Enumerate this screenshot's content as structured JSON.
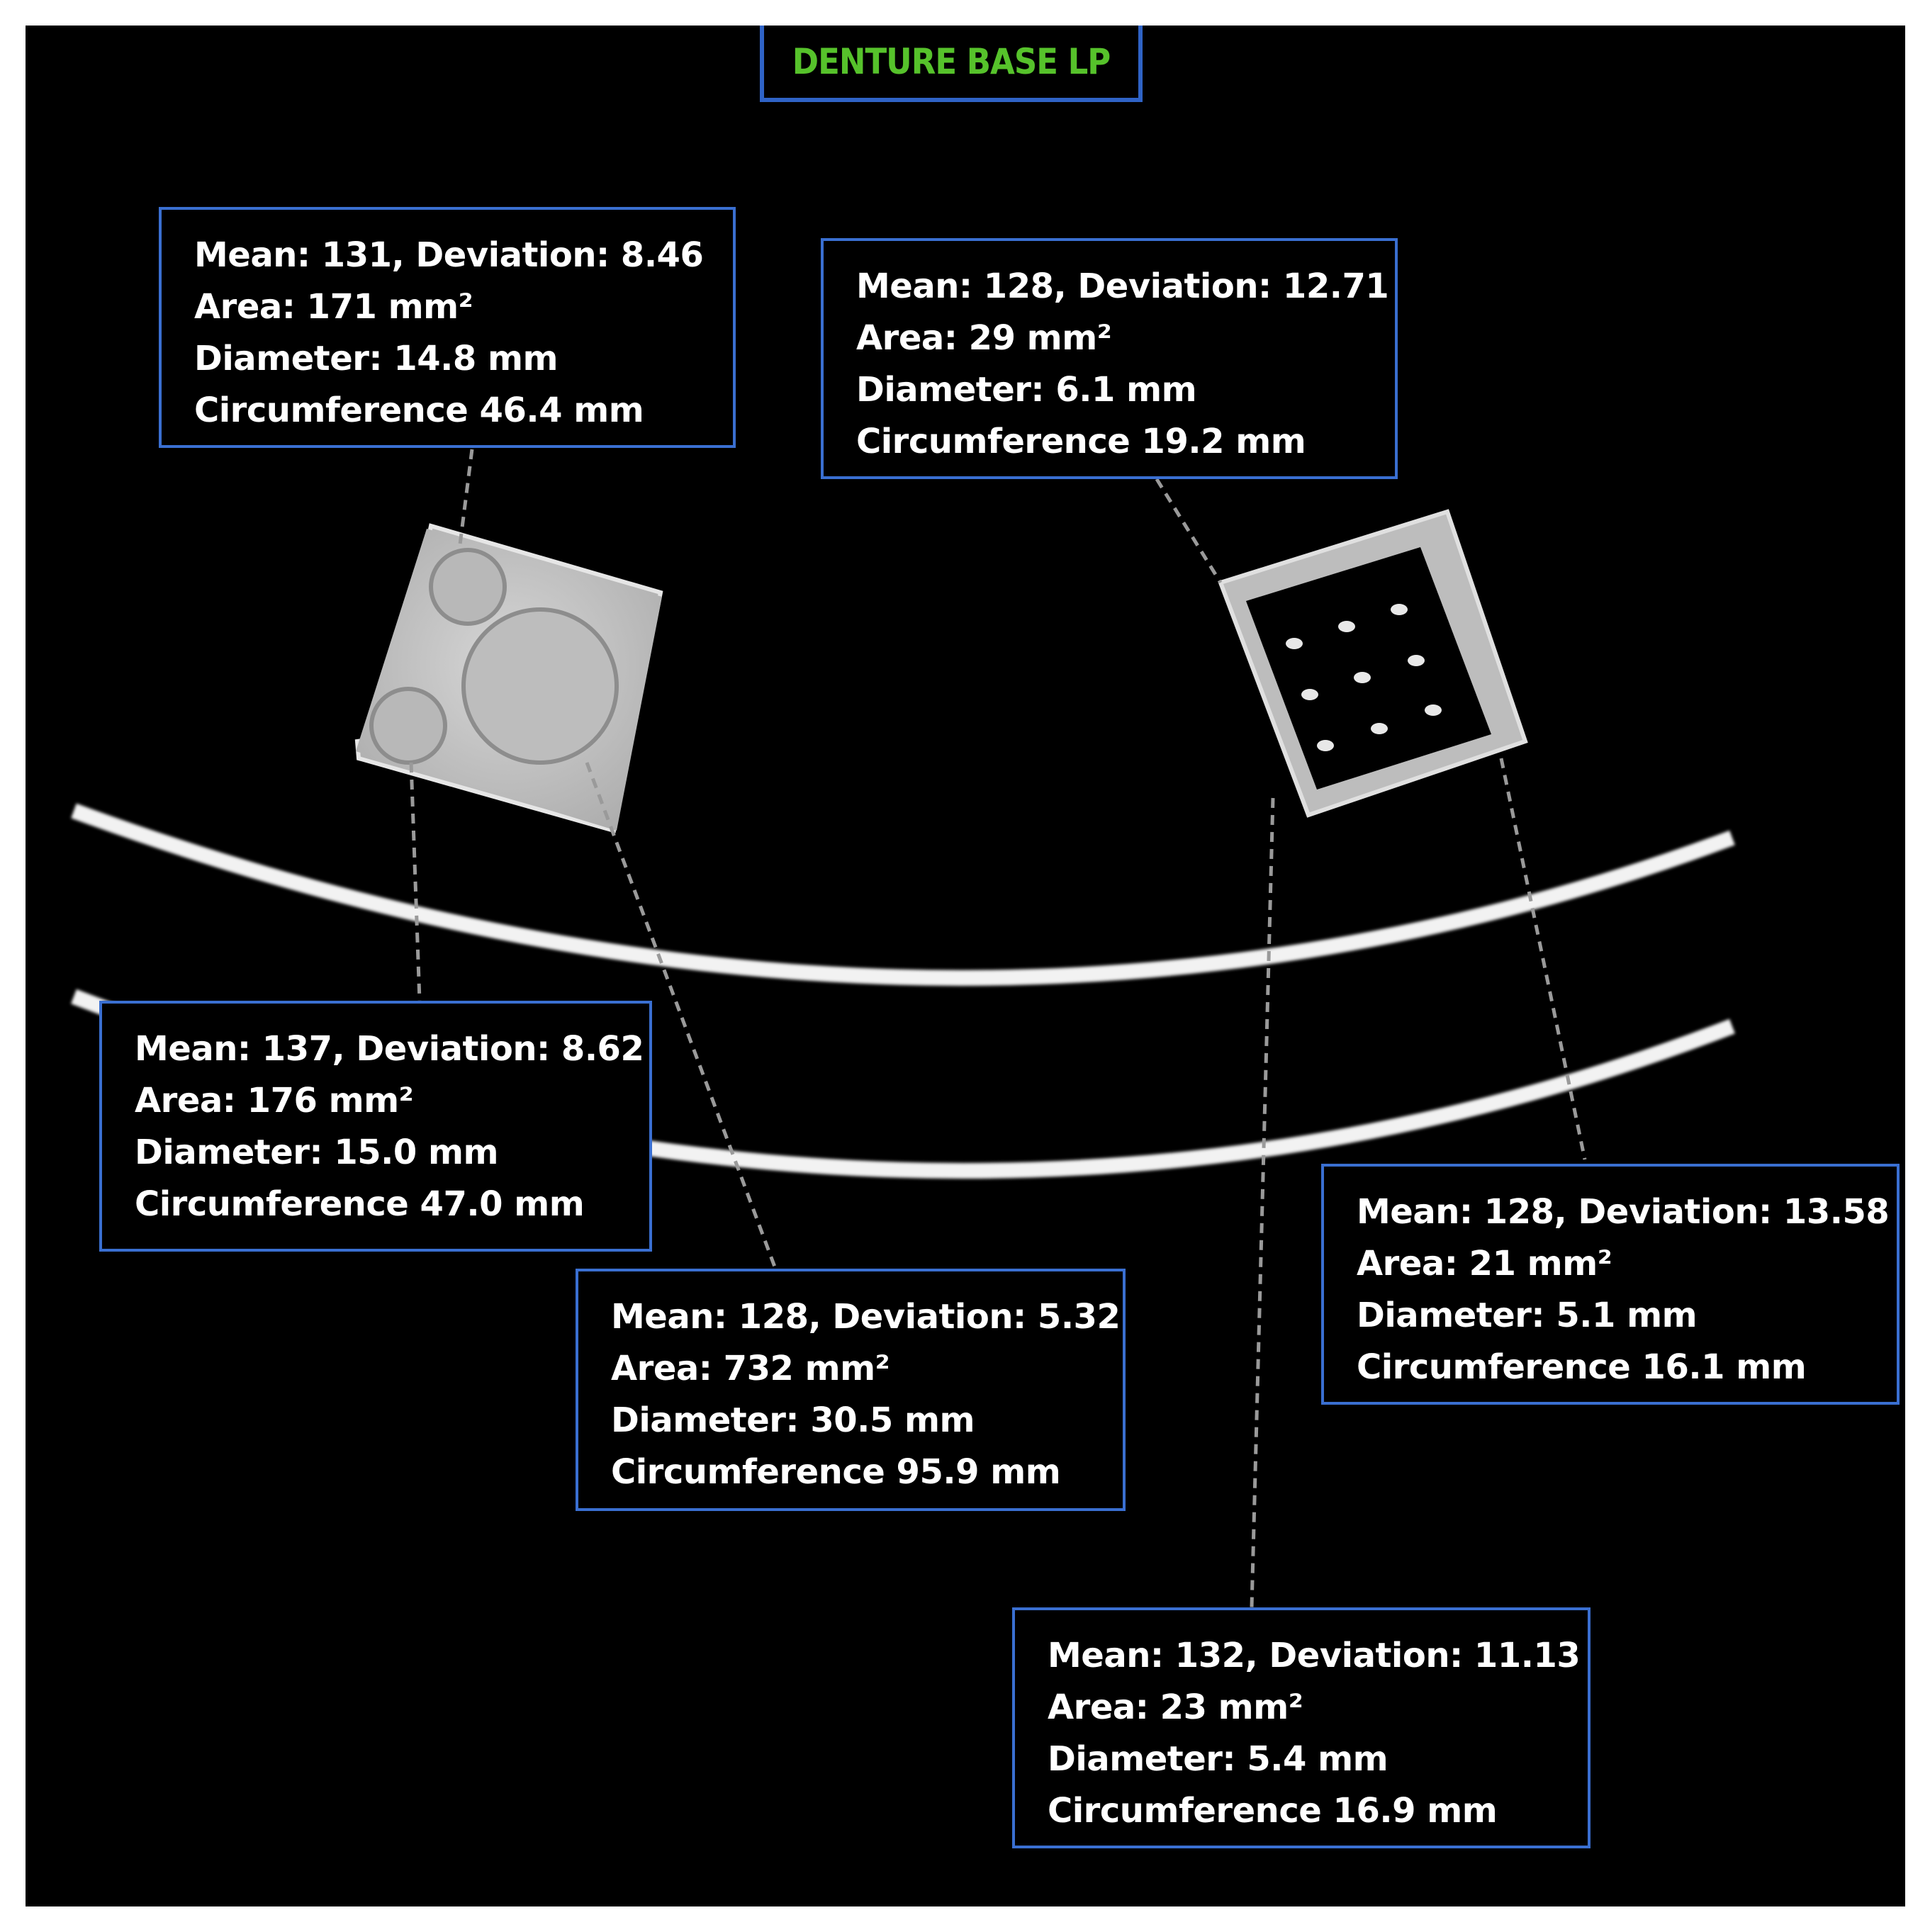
{
  "title": "DENTURE BASE LP",
  "colors": {
    "background": "#000000",
    "box_border": "#3a6fd1",
    "title_text": "#56c22b",
    "text": "#ffffff"
  },
  "measurements": [
    {
      "id": "top-left",
      "mean": "Mean: 131, Deviation: 8.46",
      "area": "Area: 171 mm²",
      "diameter": "Diameter: 14.8 mm",
      "circumference": "Circumference 46.4 mm"
    },
    {
      "id": "top-right",
      "mean": "Mean: 128, Deviation: 12.71",
      "area": "Area: 29 mm²",
      "diameter": "Diameter: 6.1 mm",
      "circumference": "Circumference 19.2 mm"
    },
    {
      "id": "middle-left",
      "mean": "Mean: 137, Deviation: 8.62",
      "area": "Area: 176 mm²",
      "diameter": "Diameter: 15.0 mm",
      "circumference": "Circumference 47.0 mm"
    },
    {
      "id": "center",
      "mean": "Mean: 128, Deviation: 5.32",
      "area": "Area: 732 mm²",
      "diameter": "Diameter: 30.5 mm",
      "circumference": "Circumference 95.9 mm"
    },
    {
      "id": "right",
      "mean": "Mean: 128, Deviation: 13.58",
      "area": "Area: 21 mm²",
      "diameter": "Diameter: 5.1 mm",
      "circumference": "Circumference 16.1 mm"
    },
    {
      "id": "bottom",
      "mean": "Mean: 132, Deviation: 11.13",
      "area": "Area: 23 mm²",
      "diameter": "Diameter: 5.4 mm",
      "circumference": "Circumference 16.9 mm"
    }
  ]
}
